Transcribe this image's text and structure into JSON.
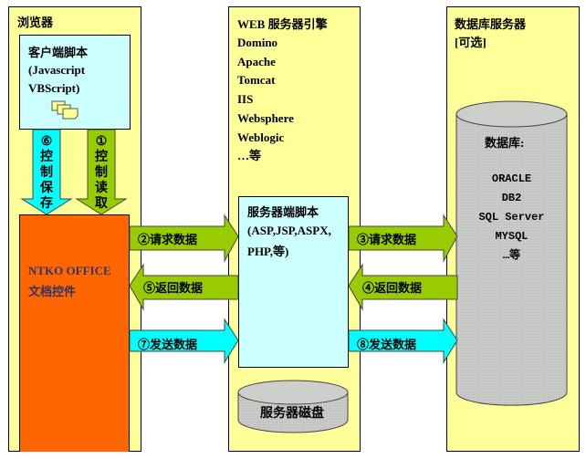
{
  "browser": {
    "title": "浏览器",
    "client_script": {
      "title": "客户端脚本",
      "line1": "(Javascript",
      "line2": "VBScript)"
    },
    "control": {
      "line1": "NTKO OFFICE",
      "line2": "文档控件"
    },
    "down_arrows": [
      {
        "num": "⑥",
        "chars": [
          "控",
          "制",
          "保",
          "存"
        ]
      },
      {
        "num": "①",
        "chars": [
          "控",
          "制",
          "读",
          "取"
        ]
      }
    ]
  },
  "web_server": {
    "title": "WEB 服务器引擎",
    "engines": [
      "Domino",
      "Apache",
      "Tomcat",
      "IIS",
      "Websphere",
      "Weblogic",
      "…等"
    ],
    "server_script": {
      "title": "服务器端脚本",
      "line1": "(ASP,JSP,ASPX,",
      "line2": "PHP,等)"
    },
    "disk_label": "服务器磁盘"
  },
  "db_server": {
    "title": "数据库服务器",
    "optional": "[可选]",
    "db_title": "数据库:",
    "databases": [
      "ORACLE",
      "DB2",
      "SQL Server",
      "MYSQL",
      "…等"
    ]
  },
  "arrows": {
    "left": [
      "②请求数据",
      "⑤返回数据",
      "⑦发送数据"
    ],
    "right": [
      "③请求数据",
      "④返回数据",
      "⑧发送数据"
    ]
  },
  "colors": {
    "panel": "#ffff99",
    "light_cyan": "#ccffff",
    "orange": "#ff6600",
    "green_arrow": "#99cc00",
    "cyan_arrow": "#00ffff",
    "gray_db": "#c8cac8"
  }
}
